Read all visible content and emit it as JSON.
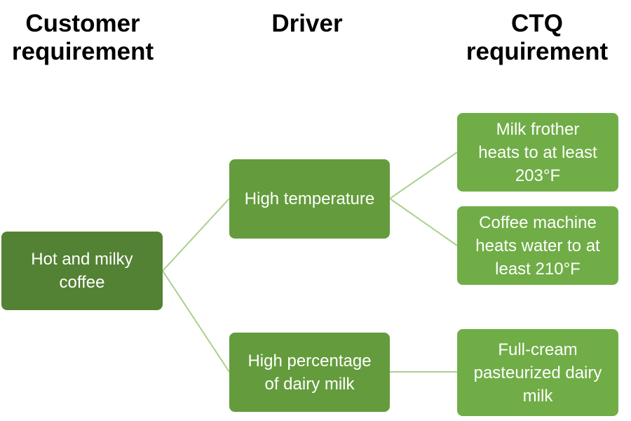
{
  "headings": {
    "customer": "Customer\nrequirement",
    "driver": "Driver",
    "ctq": "CTQ\nrequirement"
  },
  "nodes": {
    "customer_requirement": "Hot and milky\ncoffee",
    "driver_temperature": "High temperature",
    "driver_milk": "High percentage\nof dairy milk",
    "ctq_frother": "Milk frother\nheats to at least\n203°F",
    "ctq_machine": "Coffee machine\nheats water to at\nleast 210°F",
    "ctq_cream": "Full-cream\npasteurized dairy\nmilk"
  },
  "colors": {
    "customer_box": "#548235",
    "driver_box": "#649c3d",
    "ctq_box": "#70ad47",
    "connector": "#a9d18e"
  }
}
